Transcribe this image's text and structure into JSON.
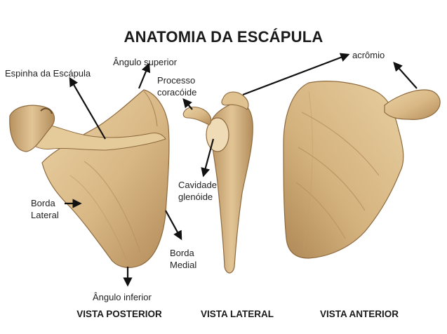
{
  "title": "ANATOMIA DA ESCÁPULA",
  "labels": {
    "espinha": "Espinha da Escápula",
    "angulo_superior": "Ângulo superior",
    "processo_line1": "Processo",
    "processo_line2": "coracóide",
    "acromio": "acrômio",
    "borda_lateral_line1": "Borda",
    "borda_lateral_line2": "Lateral",
    "cavidade_line1": "Cavidade",
    "cavidade_line2": "glenóide",
    "borda_medial_line1": "Borda",
    "borda_medial_line2": "Medial",
    "angulo_inferior": "Ângulo inferior"
  },
  "views": {
    "posterior": "VISTA POSTERIOR",
    "lateral": "VISTA LATERAL",
    "anterior": "VISTA ANTERIOR"
  },
  "colors": {
    "bone": "#d9b98a",
    "bone_shadow": "#b08a58",
    "bone_light": "#ecd6ad",
    "arrow": "#111111"
  }
}
